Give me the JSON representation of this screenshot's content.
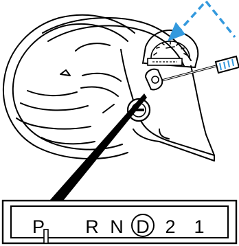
{
  "diagram": {
    "gear_positions": [
      "P",
      "R",
      "N",
      "D",
      "2",
      "1"
    ],
    "selected_gear": "D",
    "colors": {
      "line": "#000000",
      "background": "#ffffff",
      "indicator_arrow": "#3399dd",
      "screwdriver_handle": "#3399dd"
    },
    "icons": {
      "pointer_arrow": "dashed-arrow-icon",
      "tool": "screwdriver-icon",
      "shift_pointer": "pointer-needle-icon"
    }
  }
}
